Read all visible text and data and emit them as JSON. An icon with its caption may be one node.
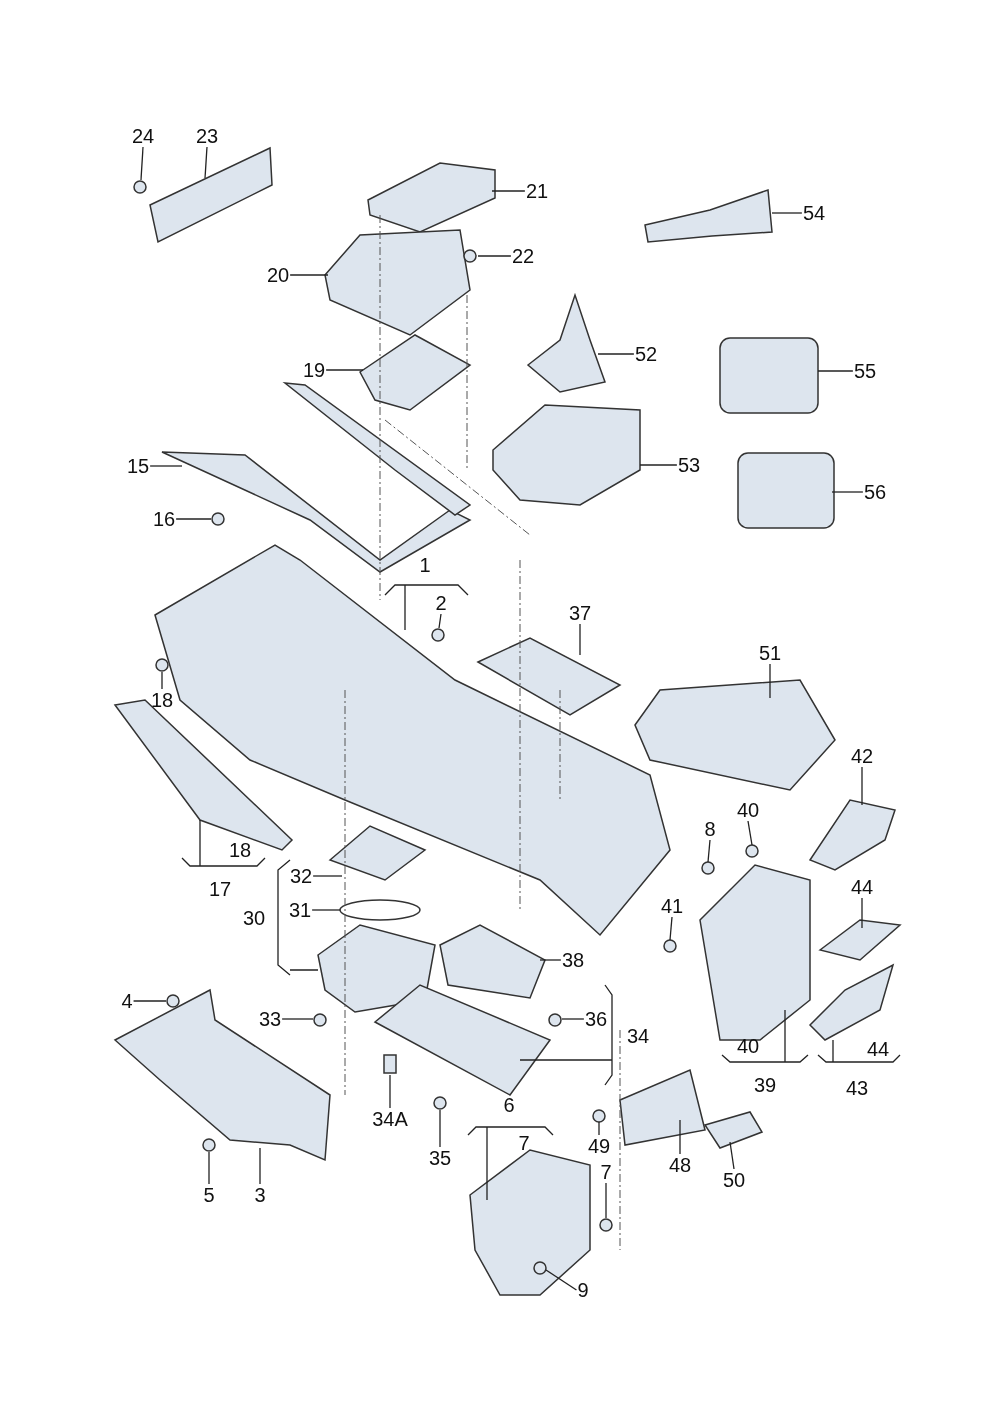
{
  "diagram": {
    "nodes": [
      {
        "text": [
          "24"
        ]
      },
      {
        "text": [
          "23"
        ]
      },
      {
        "text": [
          "21"
        ]
      },
      {
        "text": [
          "54"
        ]
      },
      {
        "text": [
          "20"
        ]
      },
      {
        "text": [
          "22"
        ]
      },
      {
        "text": [
          "52"
        ]
      },
      {
        "text": [
          "19"
        ]
      },
      {
        "text": [
          "55"
        ]
      },
      {
        "text": [
          "53"
        ]
      },
      {
        "text": [
          "15"
        ]
      },
      {
        "text": [
          "56"
        ]
      },
      {
        "text": [
          "16"
        ]
      },
      {
        "text": [
          "2"
        ]
      },
      {
        "text": [
          "37"
        ]
      },
      {
        "text": [
          "51"
        ]
      },
      {
        "text": [
          "18"
        ]
      },
      {
        "text": [
          "42"
        ]
      },
      {
        "text": [
          "40"
        ]
      },
      {
        "text": [
          "8"
        ]
      },
      {
        "text": [
          "44"
        ]
      },
      {
        "text": [
          "32"
        ]
      },
      {
        "text": [
          "31"
        ]
      },
      {
        "text": [
          "41"
        ]
      },
      {
        "text": [
          "38"
        ]
      },
      {
        "text": [
          "4"
        ]
      },
      {
        "text": [
          "33"
        ]
      },
      {
        "text": [
          "36"
        ]
      },
      {
        "text": [
          "34A"
        ]
      },
      {
        "text": [
          "49"
        ]
      },
      {
        "text": [
          "35"
        ]
      },
      {
        "text": [
          "48"
        ]
      },
      {
        "text": [
          "5"
        ]
      },
      {
        "text": [
          "3"
        ]
      },
      {
        "text": [
          "50"
        ]
      },
      {
        "text": [
          "7"
        ]
      },
      {
        "text": [
          "9"
        ]
      }
    ],
    "edges": [
      {
        "from": 0,
        "to": null,
        "arrow": "none"
      },
      {
        "from": 1,
        "to": null,
        "arrow": "none"
      },
      {
        "from": 2,
        "to": null,
        "arrow": "none"
      },
      {
        "from": 3,
        "to": null,
        "arrow": "none"
      },
      {
        "from": 4,
        "to": null,
        "arrow": "none"
      },
      {
        "from": 5,
        "to": null,
        "arrow": "none"
      },
      {
        "from": 6,
        "to": null,
        "arrow": "none"
      },
      {
        "from": 7,
        "to": null,
        "arrow": "none"
      },
      {
        "from": 8,
        "to": null,
        "arrow": "none"
      },
      {
        "from": 9,
        "to": null,
        "arrow": "none"
      },
      {
        "from": 10,
        "to": null,
        "arrow": "none"
      },
      {
        "from": 11,
        "to": null,
        "arrow": "none"
      },
      {
        "from": 12,
        "to": null,
        "arrow": "none"
      },
      {
        "from": 13,
        "to": null,
        "arrow": "none"
      },
      {
        "from": 14,
        "to": null,
        "arrow": "none"
      },
      {
        "from": 15,
        "to": null,
        "arrow": "none"
      },
      {
        "from": 16,
        "to": null,
        "arrow": "none"
      },
      {
        "from": 17,
        "to": null,
        "arrow": "none"
      },
      {
        "from": 18,
        "to": null,
        "arrow": "none"
      },
      {
        "from": 19,
        "to": null,
        "arrow": "none"
      },
      {
        "from": 20,
        "to": null,
        "arrow": "none"
      },
      {
        "from": 21,
        "to": null,
        "arrow": "none"
      },
      {
        "from": 22,
        "to": null,
        "arrow": "none"
      },
      {
        "from": 23,
        "to": null,
        "arrow": "none"
      },
      {
        "from": 24,
        "to": null,
        "arrow": "none"
      },
      {
        "from": 25,
        "to": null,
        "arrow": "none"
      },
      {
        "from": 26,
        "to": null,
        "arrow": "none"
      },
      {
        "from": 27,
        "to": null,
        "arrow": "none"
      },
      {
        "from": 28,
        "to": null,
        "arrow": "none"
      },
      {
        "from": 29,
        "to": null,
        "arrow": "none"
      },
      {
        "from": 30,
        "to": null,
        "arrow": "none"
      },
      {
        "from": 31,
        "to": null,
        "arrow": "none"
      },
      {
        "from": 32,
        "to": null,
        "arrow": "none"
      },
      {
        "from": 33,
        "to": null,
        "arrow": "none"
      },
      {
        "from": 34,
        "to": null,
        "arrow": "none"
      },
      {
        "from": 35,
        "to": null,
        "arrow": "none"
      },
      {
        "from": 36,
        "to": null,
        "arrow": "none"
      }
    ],
    "labels": [
      "1",
      "18",
      "17",
      "30",
      "34",
      "40",
      "44",
      "39",
      "43",
      "6",
      "7"
    ]
  }
}
